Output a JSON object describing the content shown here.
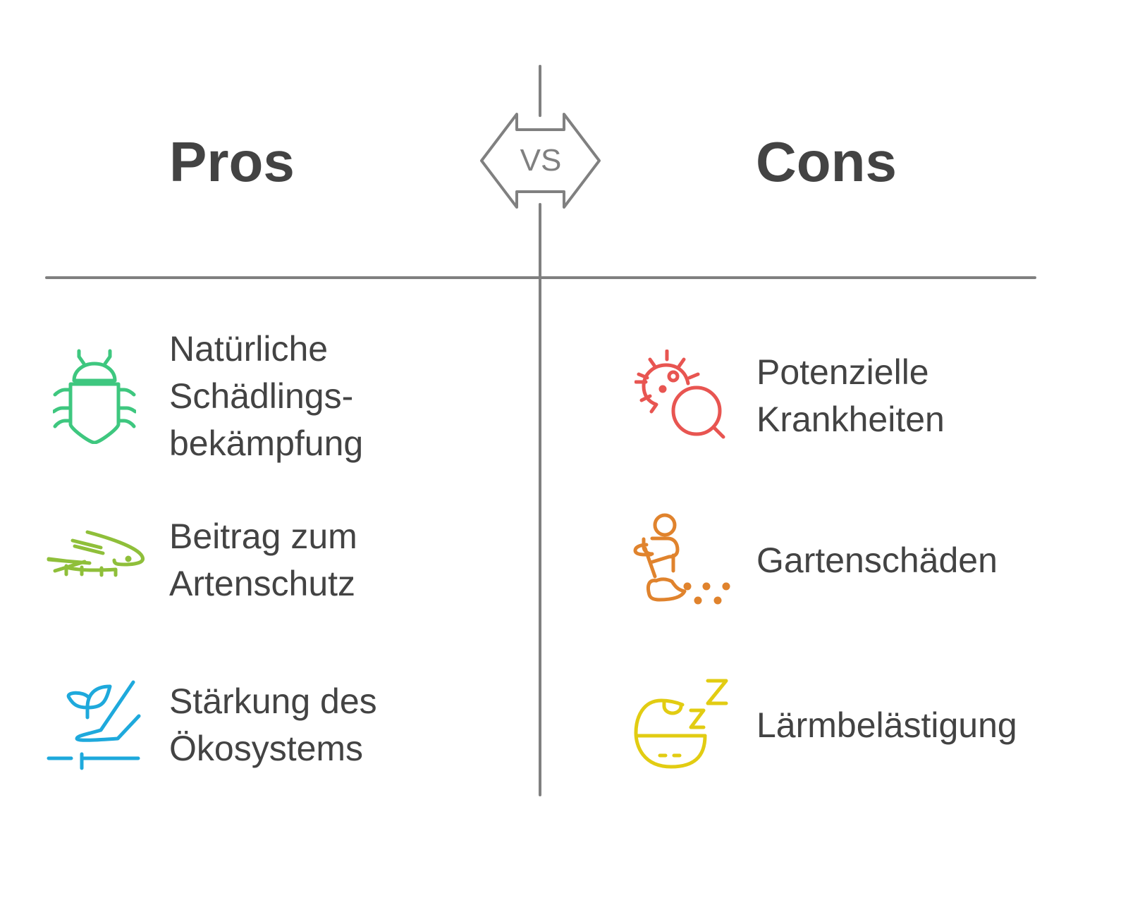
{
  "header": {
    "pros": "Pros",
    "cons": "Cons",
    "vs": "VS"
  },
  "pros": [
    {
      "lines": [
        "Natürliche",
        "Schädlings-",
        "bekämpfung"
      ],
      "icon": "bug-icon",
      "color": "#3ec77f"
    },
    {
      "lines": [
        "Beitrag zum",
        "Artenschutz"
      ],
      "icon": "porcupine-icon",
      "color": "#8fbf3a"
    },
    {
      "lines": [
        "Stärkung des",
        "Ökosystems"
      ],
      "icon": "plant-hand-icon",
      "color": "#1ea9dc"
    }
  ],
  "cons": [
    {
      "lines": [
        "Potenzielle",
        "Krankheiten"
      ],
      "icon": "virus-search-icon",
      "color": "#e85551"
    },
    {
      "lines": [
        "Gartenschäden"
      ],
      "icon": "digging-person-icon",
      "color": "#e0832d"
    },
    {
      "lines": [
        "Lärmbelästigung"
      ],
      "icon": "sleeping-face-icon",
      "color": "#e2cc12"
    }
  ],
  "colors": {
    "line": "#808080",
    "text": "#434343"
  }
}
